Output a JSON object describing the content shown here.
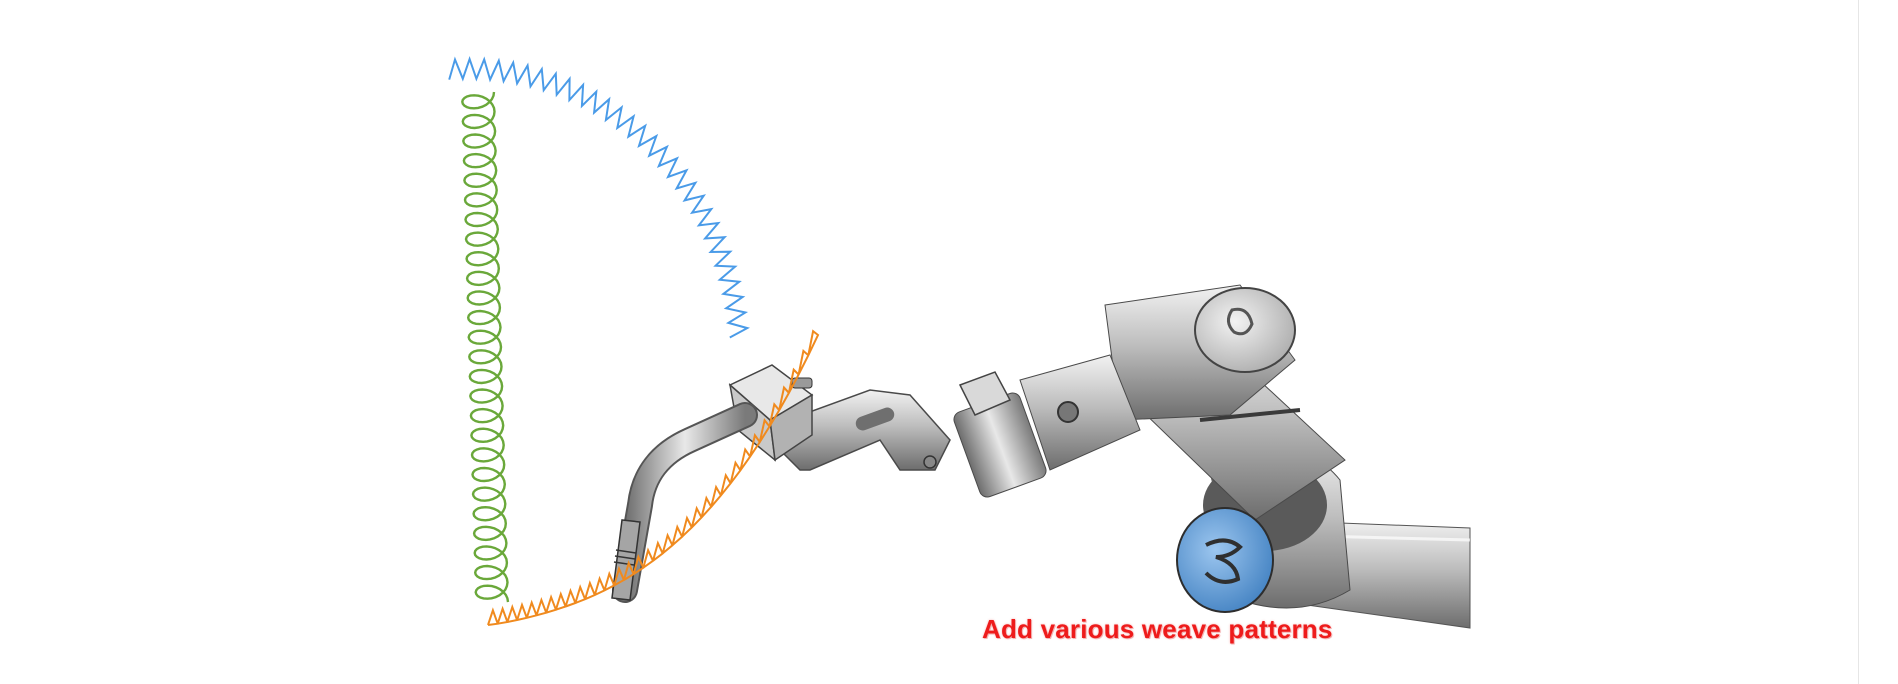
{
  "caption": "Add various weave patterns",
  "illustration": {
    "subject": "robot-arm-welding-torch",
    "logo_icon": "robot-brand-logo-icon"
  },
  "weave_patterns": [
    {
      "name": "zigzag",
      "color": "#4a9be8"
    },
    {
      "name": "circle",
      "color": "#6aa83a"
    },
    {
      "name": "triangle",
      "color": "#f08a1e"
    }
  ],
  "colors": {
    "caption": "#ee1b1b",
    "robot_body": "#9a9a9a",
    "robot_cap_accent": "#5b9bd5",
    "background": "#ffffff"
  }
}
